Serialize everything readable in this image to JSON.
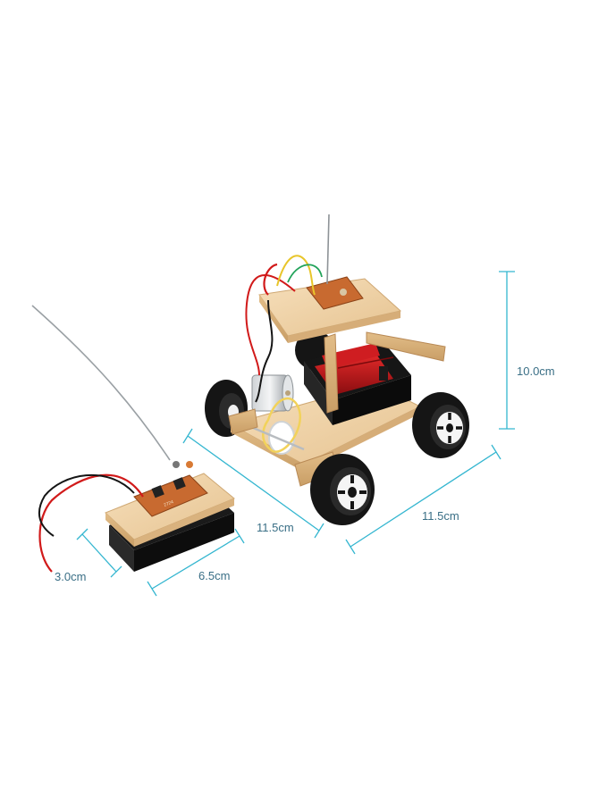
{
  "product": {
    "remote_chip_text": "2724",
    "colors": {
      "dimension_line": "#34b6d0",
      "dimension_text": "#3a6f86",
      "wood": "#f0d2a8",
      "circuit_board": "#c86a30",
      "battery_red": "#c4161c",
      "tire": "#151515"
    }
  },
  "dimensions": {
    "car_height": "10.0cm",
    "car_width": "11.5cm",
    "car_length": "11.5cm",
    "remote_length": "6.5cm",
    "remote_height": "3.0cm"
  }
}
